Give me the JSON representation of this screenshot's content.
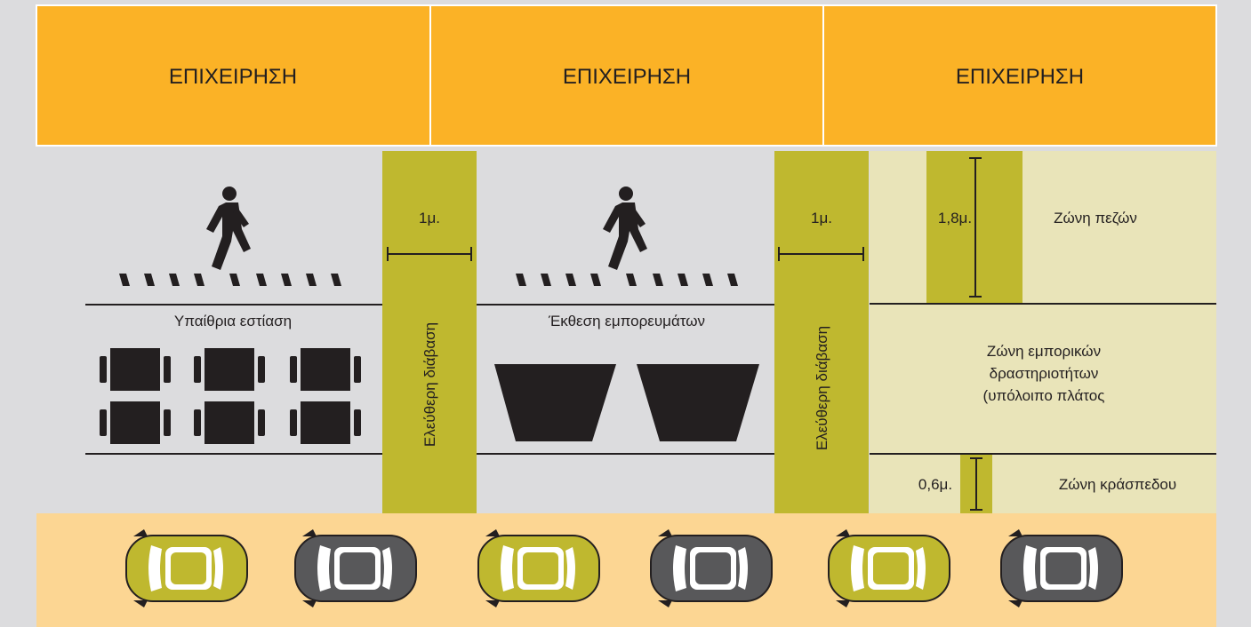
{
  "business_blocks": [
    {
      "label": "ΕΠΙΧΕΙΡΗΣΗ"
    },
    {
      "label": "ΕΠΙΧΕΙΡΗΣΗ"
    },
    {
      "label": "ΕΠΙΧΕΙΡΗΣΗ"
    }
  ],
  "section_1": {
    "zone_label": "Υπαίθρια εστίαση"
  },
  "section_2": {
    "zone_label": "Έκθεση εμπορευμάτων"
  },
  "passage_1": {
    "width_label": "1μ.",
    "vertical_label": "Ελεύθερη διάβαση"
  },
  "passage_2": {
    "width_label": "1μ.",
    "vertical_label": "Ελεύθερη διάβαση"
  },
  "section_3": {
    "pedestrian_width": "1,8μ.",
    "pedestrian_zone": "Ζώνη πεζών",
    "commercial_zone_lines": [
      "Ζώνη εμπορικών",
      "δραστηριοτήτων",
      "(υπόλοιπο πλάτος"
    ],
    "curb_width": "0,6μ.",
    "curb_zone": "Ζώνη κράσπεδου"
  },
  "colors": {
    "background": "#dcdcde",
    "business": "#fbb226",
    "olive": "#bfb82f",
    "light_olive": "#e9e4b9",
    "road": "#fcd693",
    "dark_car": "#58585a",
    "ink": "#231f20"
  },
  "icons": {
    "pedestrian": "walking-person-icon",
    "table": "table-with-chairs-icon",
    "display": "merchandise-display-icon",
    "yellow_car": "yellow-car-icon",
    "grey_car": "grey-car-icon"
  }
}
